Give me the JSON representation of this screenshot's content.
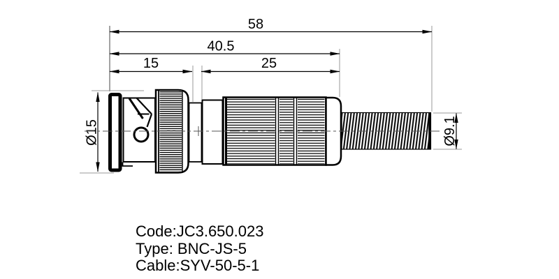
{
  "dimensions": {
    "overall": "58",
    "body": "40.5",
    "front": "15",
    "rear": "25",
    "flange_dia": "Ø15",
    "spring_dia": "Ø9.1"
  },
  "part_info": {
    "code": "Code:JC3.650.023",
    "type": "Type: BNC-JS-5",
    "cable": "Cable:SYV-50-5-1"
  },
  "colors": {
    "line": "#000000",
    "extension_line": "#999999",
    "centerline": "#555555",
    "background": "#ffffff"
  }
}
